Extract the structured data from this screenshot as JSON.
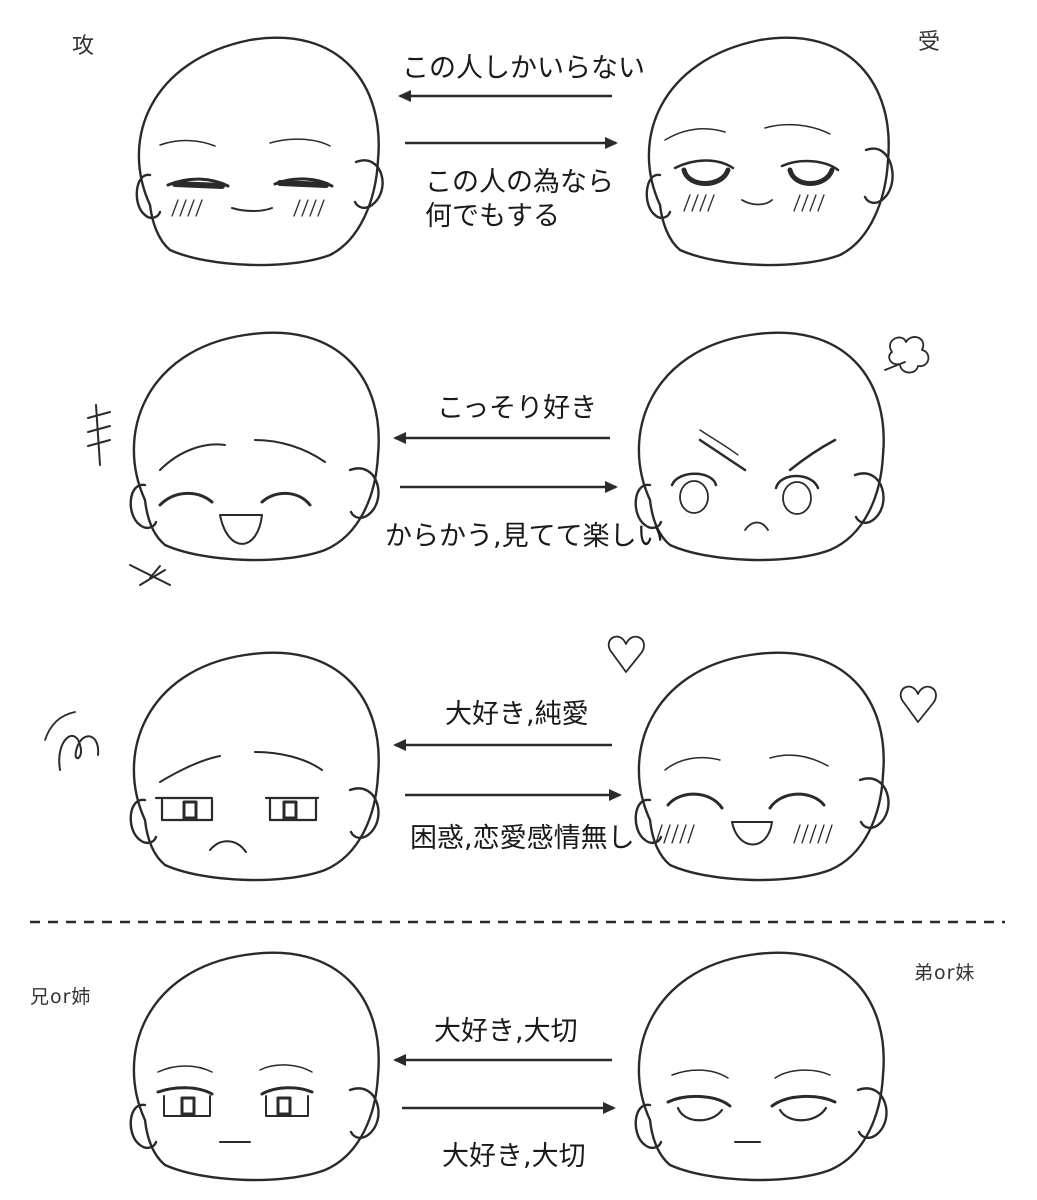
{
  "corner_labels": {
    "top_left": "攻",
    "top_right": "受",
    "bottom_left": "兄or姉",
    "bottom_right": "弟or妹"
  },
  "rows": [
    {
      "to_left": "この人しかいらない",
      "to_right": "この人の為なら\n何でもする"
    },
    {
      "to_left": "こっそり好き",
      "to_right": "からかう,見てて楽しい"
    },
    {
      "to_left": "大好き,純愛",
      "to_right": "困惑,恋愛感情無し"
    },
    {
      "to_left": "大好き,大切",
      "to_right": "大好き,大切"
    }
  ],
  "colors": {
    "ink": "#2a2a2a",
    "background": "#ffffff"
  }
}
